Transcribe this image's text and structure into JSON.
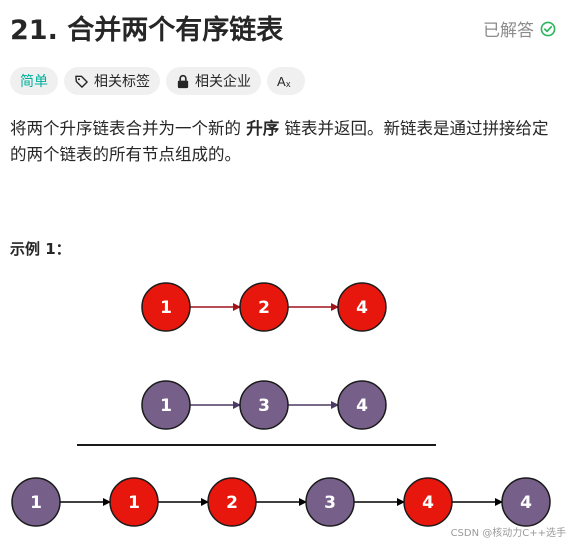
{
  "title": "21. 合并两个有序链表",
  "status": {
    "label": "已解答",
    "color": "#2db55d"
  },
  "tags": [
    {
      "label": "简单",
      "icon": null
    },
    {
      "label": "相关标签",
      "icon": "tag-icon"
    },
    {
      "label": "相关企业",
      "icon": "lock-icon"
    },
    {
      "label": "",
      "icon": "translate-icon"
    }
  ],
  "description": {
    "part1": "将两个升序链表合并为一个新的 ",
    "bold": "升序",
    "part2": " 链表并返回。新链表是通过拼接给定的两个链表的所有节点组成的。"
  },
  "example_title": "示例 1：",
  "colors": {
    "red_node": "#e8170d",
    "purple_node": "#76608a",
    "red_arrow": "#a0141c",
    "purple_arrow": "#4b3a63",
    "black_arrow": "#000000"
  },
  "diagram": {
    "list1": [
      "1",
      "2",
      "4"
    ],
    "list2": [
      "1",
      "3",
      "4"
    ],
    "merged": [
      {
        "val": "1",
        "color": "purple"
      },
      {
        "val": "1",
        "color": "red"
      },
      {
        "val": "2",
        "color": "red"
      },
      {
        "val": "3",
        "color": "purple"
      },
      {
        "val": "4",
        "color": "red"
      },
      {
        "val": "4",
        "color": "purple"
      }
    ]
  },
  "watermark": "CSDN @核动力C++选手"
}
